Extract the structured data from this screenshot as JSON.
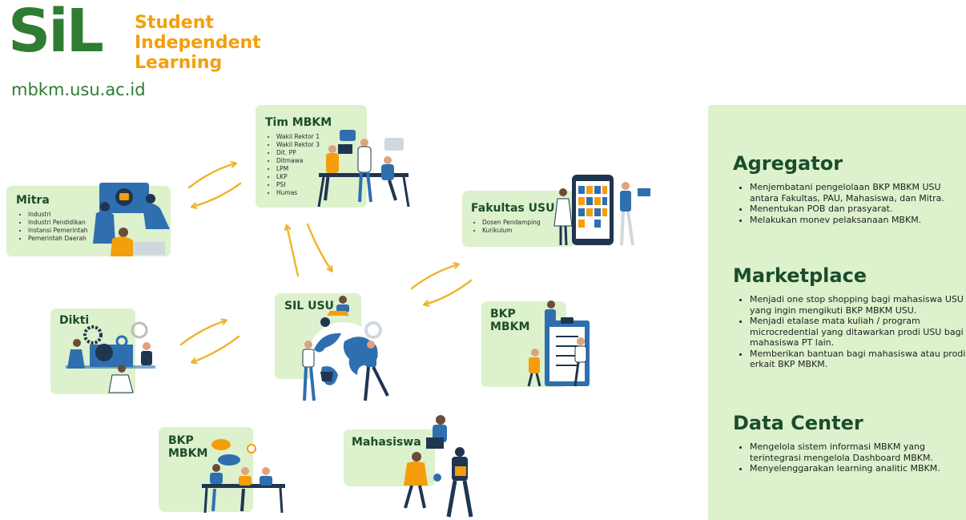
{
  "logo": {
    "mark": "SiL",
    "tagline": [
      "Student",
      "Independent",
      "Learning"
    ],
    "url": "mbkm.usu.ac.id"
  },
  "cards": {
    "tim_mbkm": {
      "title": "Tim MBKM",
      "items": [
        "Wakil Rektor 1",
        "Wakil Rektor 3",
        "Dit. PP",
        "Ditmawa",
        "LPM",
        "LKP",
        "PSI",
        "Humas"
      ]
    },
    "mitra": {
      "title": "Mitra",
      "items": [
        "Industri",
        "Industri Pendidikan",
        "Instansi Pemerintah",
        "Pemerintah Daerah"
      ]
    },
    "fakultas": {
      "title": "Fakultas USU",
      "items": [
        "Dosen Pendamping",
        "Kurikulum"
      ]
    },
    "dikti": {
      "title": "Dikti"
    },
    "sil_usu": {
      "title": "SIL USU"
    },
    "bkp_right": {
      "title": [
        "BKP",
        "MBKM"
      ]
    },
    "bkp_bottom": {
      "title": [
        "BKP",
        "MBKM"
      ]
    },
    "mahasiswa": {
      "title": "Mahasiswa"
    }
  },
  "panel": {
    "sections": [
      {
        "heading": "Agregator",
        "items": [
          "Menjembatani pengelolaan BKP MBKM USU antara Fakultas, PAU, Mahasiswa, dan Mitra.",
          "Menentukan POB dan prasyarat.",
          "Melakukan monev pelaksanaan MBKM."
        ]
      },
      {
        "heading": "Marketplace",
        "items": [
          "Menjadi one stop shopping bagi mahasiswa USU yang ingin mengikuti BKP MBKM USU.",
          "Menjadi etalase mata kuliah / program microcredential yang ditawarkan prodi USU bagi mahasiswa PT lain.",
          "Memberikan bantuan bagi mahasiswa atau prodi erkait BKP MBKM."
        ]
      },
      {
        "heading": "Data Center",
        "items": [
          "Mengelola sistem informasi MBKM yang terintegrasi mengelola Dashboard MBKM.",
          "Menyelenggarakan learning analitic MBKM."
        ]
      }
    ]
  },
  "colors": {
    "card_bg": "#dcf1cc",
    "title": "#1b4d2b",
    "brand_green": "#2e7d32",
    "accent_orange": "#f59e0b",
    "arrow": "#f0b429",
    "figure_blue": "#2f6fb0",
    "figure_navy": "#1f3550"
  }
}
